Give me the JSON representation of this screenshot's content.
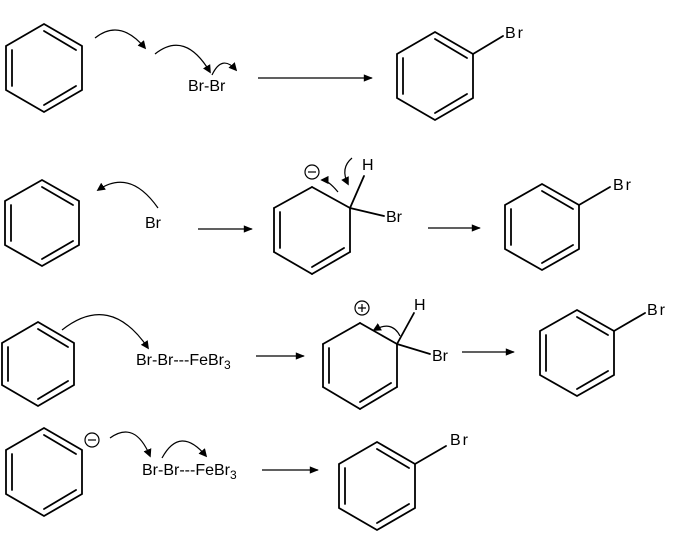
{
  "labels": {
    "r1_reagent": "Br-Br",
    "r1_product_sub": "Br",
    "r2_reagent": "Br",
    "r2_inter_h": "H",
    "r2_inter_br": "Br",
    "r2_product_sub": "Br",
    "r3_reagent_main": "Br-Br---FeBr",
    "r3_reagent_sub": "3",
    "r3_inter_h": "H",
    "r3_inter_br": "Br",
    "r3_product_sub": "Br",
    "r4_reagent_main": "Br-Br---FeBr",
    "r4_reagent_sub": "3",
    "r4_product_sub": "Br"
  },
  "colors": {
    "ink": "#000000",
    "background": "#ffffff"
  },
  "charges": {
    "r2_intermediate": "minus",
    "r3_intermediate": "plus",
    "r4_reactant": "minus"
  }
}
